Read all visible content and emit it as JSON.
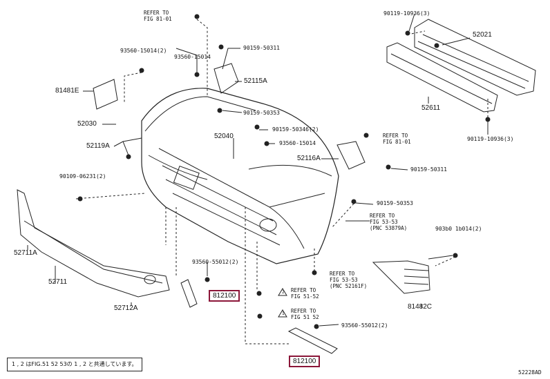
{
  "labels": {
    "refer_81_top": "REFER TO\nFIG 81-01",
    "p_90119_10936_top": "90119-10936(3)",
    "p_52021": "52021",
    "p_90159_50311_a": "90159-50311",
    "p_93560_15014_2a": "93560-15014(2)",
    "p_93560_15014_a": "93560-15014",
    "p_52115A": "52115A",
    "p_81481E": "81481E",
    "p_52611": "52611",
    "p_90159_50353_a": "90159-50353",
    "p_52030": "52030",
    "p_90159_50346": "90159-50346(2)",
    "p_52040": "52040",
    "p_93560_15014_b": "93560-15014",
    "refer_81_mid": "REFER TO\nFIG 81-01",
    "p_90119_10936_bot": "90119-10936(3)",
    "p_52119A": "52119A",
    "p_52116A": "52116A",
    "p_90159_50311_b": "90159-50311",
    "p_90109_06231": "90109-06231(2)",
    "p_90159_50353_b": "90159-50353",
    "refer_53_53": "REFER TO\nFIG 53-53\n(PNC 53879A)",
    "p_903b0": "903b0 1b014(2)",
    "p_52711A": "52711A",
    "p_93560_55012_a": "93560-55012(2)",
    "refer_53_53b": "REFER TO\nFIG 53-53\n(PNC 52161F)",
    "p_52711": "52711",
    "p_81482C": "81482C",
    "refer_51_52a": "REFER TO\nFIG 51-52",
    "refer_51_52b": "REFER TO\nFIG 51 52",
    "p_52712A": "52712A",
    "p_93560_55012_b": "93560-55012(2)",
    "hl_812100_a": "812100",
    "hl_812100_b": "812100",
    "warn_1": "1",
    "warn_2": "2",
    "note": "1 , 2 はFIG.51 52 53の 1 , 2 と共通しています。",
    "diagram_id": "52228AD"
  }
}
